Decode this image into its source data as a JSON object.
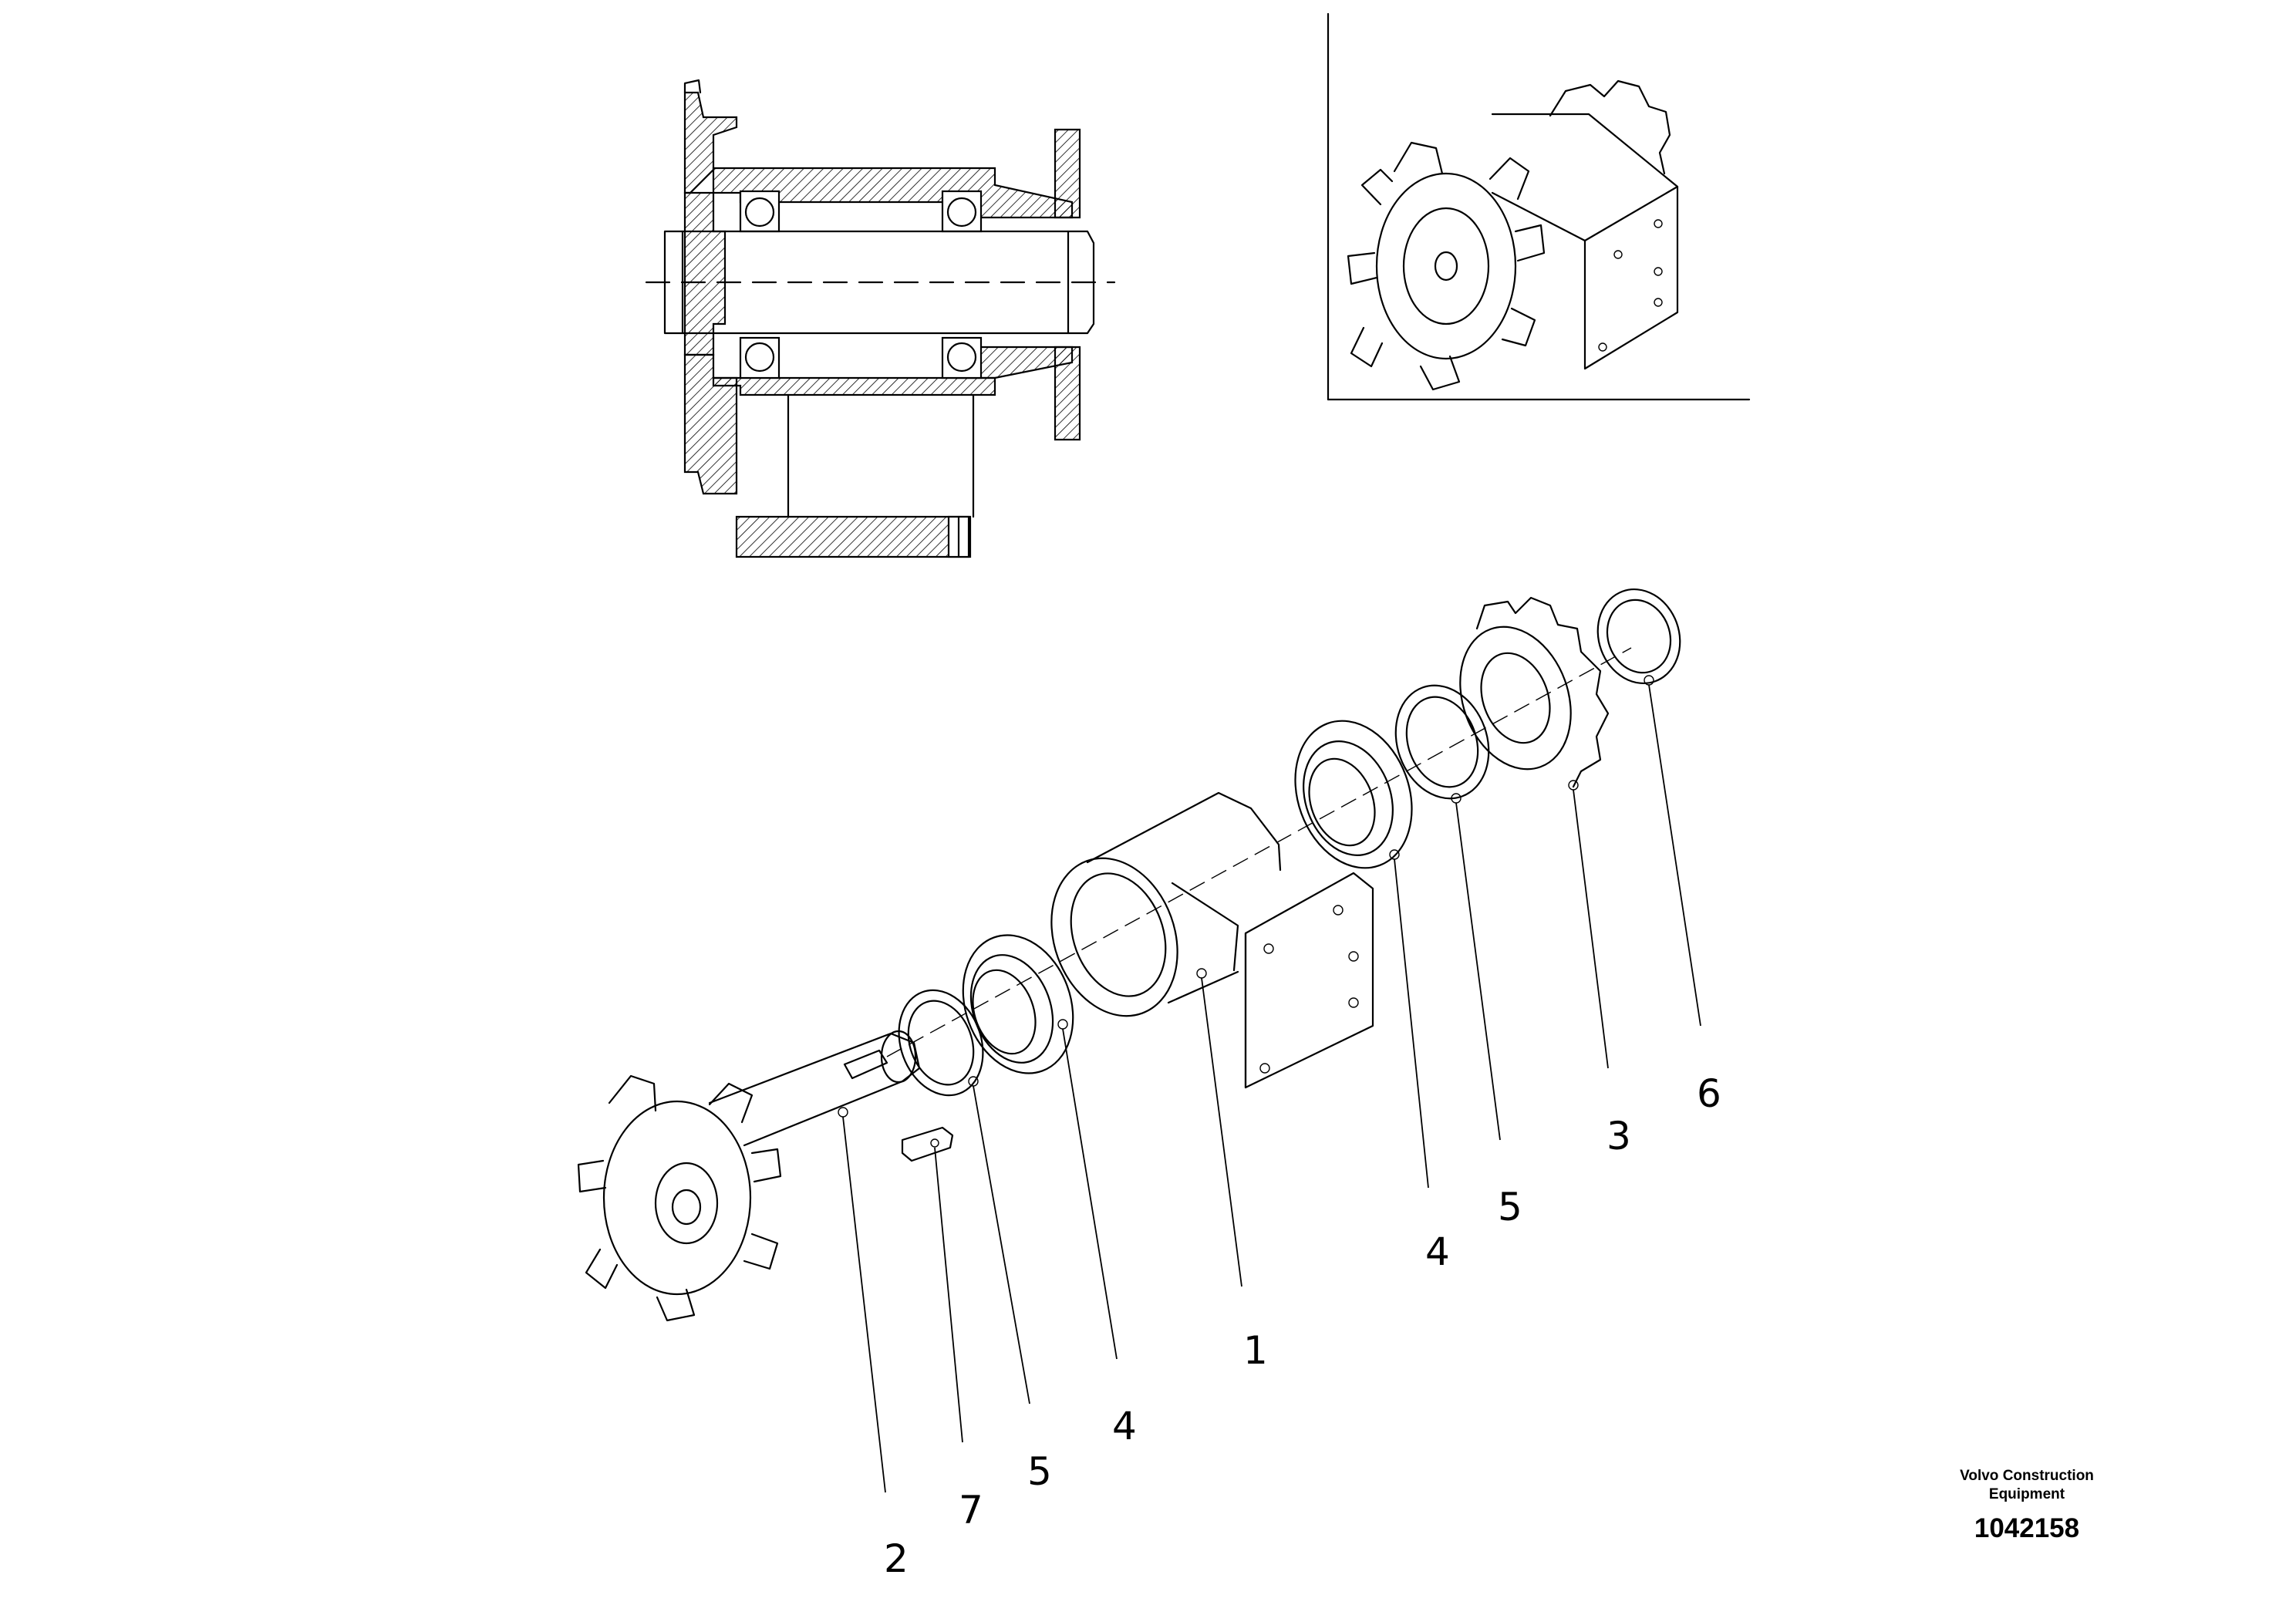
{
  "callouts": {
    "c1": "1",
    "c2": "2",
    "c3": "3",
    "c4a": "4",
    "c4b": "4",
    "c5a": "5",
    "c5b": "5",
    "c6": "6",
    "c7": "7"
  },
  "footer": {
    "company_line1": "Volvo Construction",
    "company_line2": "Equipment",
    "drawing_number": "1042158"
  }
}
